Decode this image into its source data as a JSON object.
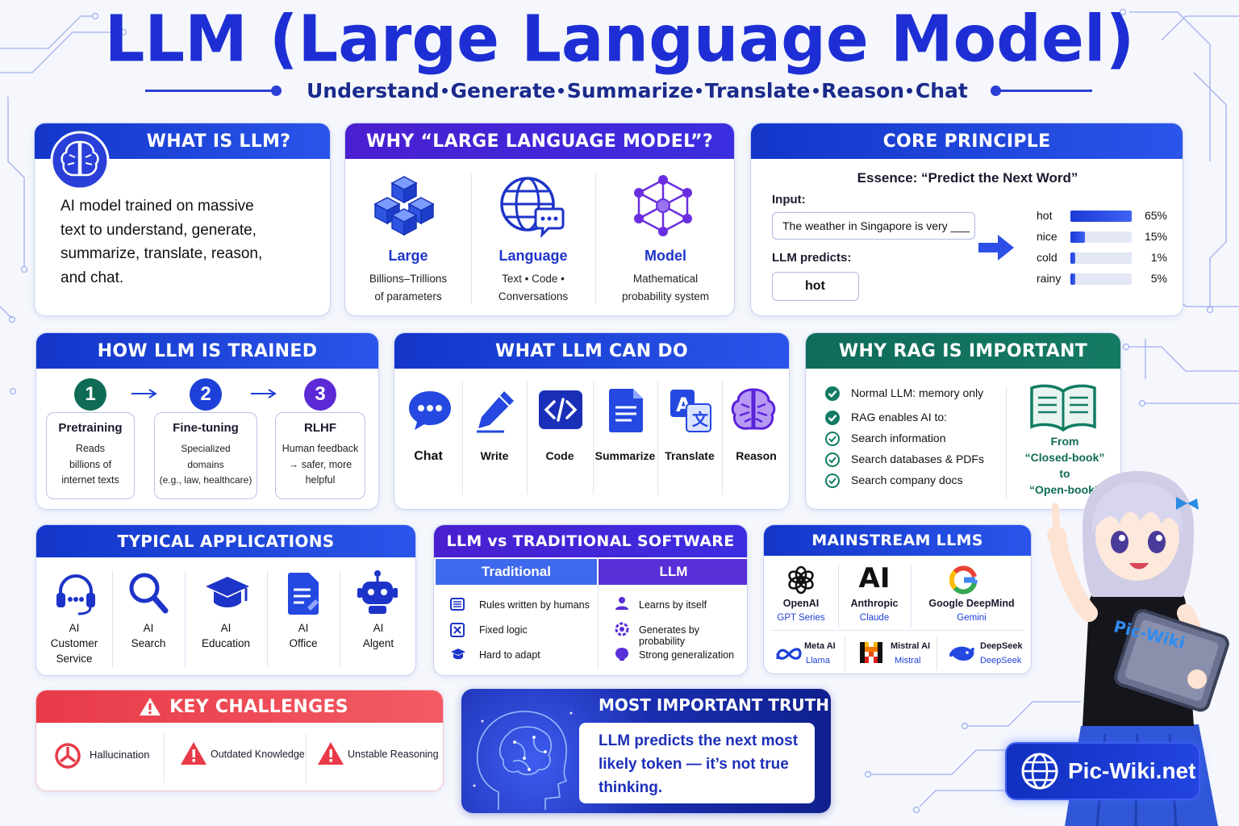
{
  "title": "LLM (Large Language Model)",
  "subtitle": [
    "Understand",
    "Generate",
    "Summarize",
    "Translate",
    "Reason",
    "Chat"
  ],
  "what_is": {
    "heading": "WHAT IS LLM?",
    "text_lines": [
      "AI model trained on massive",
      "text to understand, generate,",
      "summarize, translate, reason,",
      "and chat."
    ]
  },
  "why_name": {
    "heading": "WHY “LARGE LANGUAGE MODEL”?",
    "items": [
      {
        "title": "Large",
        "lines": [
          "Billions–Trillions",
          "of parameters"
        ]
      },
      {
        "title": "Language",
        "lines": [
          "Text  •  Code  •",
          "Conversations"
        ]
      },
      {
        "title": "Model",
        "lines": [
          "Mathematical",
          "probability system"
        ]
      }
    ]
  },
  "core": {
    "heading": "CORE PRINCIPLE",
    "essence": "Essence:  “Predict the Next Word”",
    "input_label": "Input:",
    "input_value": "The weather in Singapore is very ___",
    "predicts_label": "LLM predicts:",
    "predicted": "hot",
    "predictions": [
      {
        "word": "hot",
        "pct_label": "65%",
        "fraction": 0.65
      },
      {
        "word": "nice",
        "pct_label": "15%",
        "fraction": 0.15
      },
      {
        "word": "cold",
        "pct_label": "1%",
        "fraction": 0.01
      },
      {
        "word": "rainy",
        "pct_label": "5%",
        "fraction": 0.05
      }
    ]
  },
  "trained": {
    "heading": "HOW LLM IS TRAINED",
    "steps": [
      {
        "num": "1",
        "title": "Pretraining",
        "lines": [
          "Reads",
          "billions of",
          "internet texts"
        ],
        "color": "#0f6b55"
      },
      {
        "num": "2",
        "title": "Fine-tuning",
        "lines": [
          "Specialized",
          "domains",
          "(e.g., law, healthcare)"
        ],
        "color": "#1d40d8"
      },
      {
        "num": "3",
        "title": "RLHF",
        "lines": [
          "Human feedback",
          "→ safer, more",
          "helpful"
        ],
        "color": "#5b2ad6"
      }
    ]
  },
  "can_do": {
    "heading": "WHAT LLM CAN DO",
    "items": [
      "Chat",
      "Write",
      "Code",
      "Summarize",
      "Translate",
      "Reason"
    ]
  },
  "rag": {
    "heading": "WHY RAG IS IMPORTANT",
    "points": [
      {
        "text": "Normal LLM: memory only",
        "style": "solid"
      },
      {
        "text": "RAG enables AI to:",
        "style": "solid"
      },
      {
        "text": "Search information",
        "style": "outline"
      },
      {
        "text": "Search databases & PDFs",
        "style": "outline"
      },
      {
        "text": "Search company docs",
        "style": "outline"
      }
    ],
    "book_lines": [
      "From",
      "“Closed-book”",
      "to",
      "“Open-book”"
    ]
  },
  "apps": {
    "heading": "TYPICAL APPLICATIONS",
    "items": [
      {
        "lines": [
          "AI",
          "Customer",
          "Service"
        ]
      },
      {
        "lines": [
          "AI",
          "Search"
        ]
      },
      {
        "lines": [
          "AI",
          "Education"
        ]
      },
      {
        "lines": [
          "AI",
          "Office"
        ]
      },
      {
        "lines": [
          "AI",
          "Algent"
        ]
      }
    ]
  },
  "vs": {
    "heading": "LLM vs TRADITIONAL SOFTWARE",
    "left_head": "Traditional",
    "right_head": "LLM",
    "left": [
      "Rules written by humans",
      "Fixed logic",
      "Hard to adapt"
    ],
    "right": [
      "Learns by itself",
      "Generates by probability",
      "Strong generalization"
    ]
  },
  "mainstream": {
    "heading": "MAINSTREAM LLMS",
    "top": [
      {
        "logo": "openai-logo",
        "name": "OpenAI",
        "sub": "GPT Series"
      },
      {
        "logo": "AI",
        "name": "Anthropic",
        "sub": "Claude"
      },
      {
        "logo": "google-logo",
        "name": "Google DeepMind",
        "sub": "Gemini"
      }
    ],
    "bottom": [
      {
        "name": "Meta AI",
        "sub": "Llama"
      },
      {
        "name": "Mistral AI",
        "sub": "Mistral"
      },
      {
        "name": "DeepSeek",
        "sub": "DeepSeek"
      }
    ]
  },
  "challenges": {
    "heading": "KEY CHALLENGES",
    "items": [
      "Hallucination",
      "Outdated Knowledge",
      "Unstable Reasoning"
    ]
  },
  "truth": {
    "heading": "MOST IMPORTANT TRUTH",
    "lines": [
      "LLM predicts the next most",
      "likely token — it’s not true",
      "thinking."
    ]
  },
  "mascot_shirt": "Pic-Wiki",
  "site": "Pic-Wiki.net",
  "colors": {
    "primary": "#1d2fd4",
    "purple": "#4a1fd0",
    "green": "#0f6b5a",
    "red": "#e83a48"
  }
}
